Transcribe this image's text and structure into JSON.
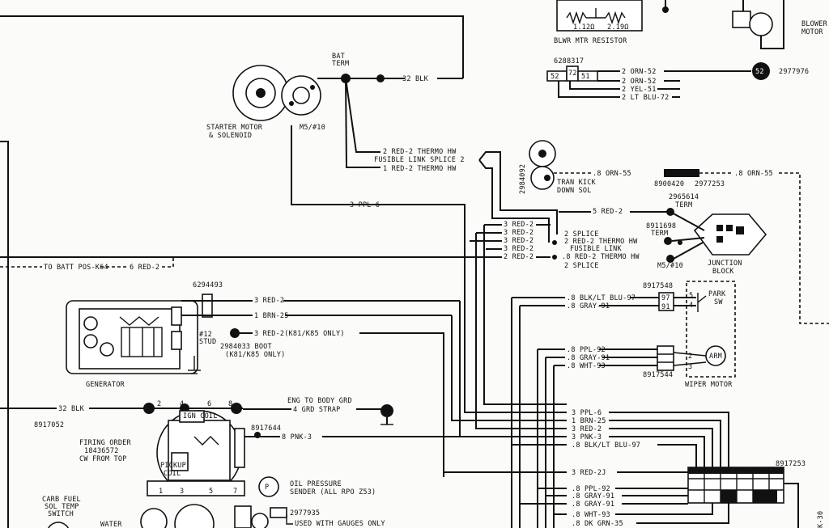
{
  "components": {
    "blwr_resistor": {
      "label": "BLWR MTR RESISTOR",
      "r1": "1.12Ω",
      "r2": "2.19Ω"
    },
    "blower_motor": {
      "label1": "BLOWER",
      "label2": "MOTOR"
    },
    "bat_term": {
      "label1": "BAT",
      "label2": "TERM"
    },
    "starter": {
      "label1": "STARTER MOTOR",
      "label2": "& SOLENOID",
      "stud": "M5/#10"
    },
    "generator": {
      "label": "GENERATOR"
    },
    "tran_kick": {
      "label1": "TRAN KICK",
      "label2": "DOWN SOL",
      "part": "2984092"
    },
    "junction_block": {
      "label1": "JUNCTION",
      "label2": "BLOCK",
      "stud": "M5/#10",
      "term1": "2965614",
      "term1b": "TERM",
      "term2": "8911698",
      "term2b": "TERM"
    },
    "park_sw": {
      "label1": "PARK",
      "label2": "SW",
      "pin5": "5",
      "pin4": "4"
    },
    "wiper_motor": {
      "label": "WIPER MOTOR",
      "arm": "ARM",
      "pin2": "2",
      "pin3": "3"
    },
    "distributor": {
      "coil": "IGN COIL",
      "pickup": "PICKUP",
      "pickup2": "COIL",
      "pins": [
        "2",
        "4",
        "6",
        "8",
        "1",
        "3",
        "5",
        "7"
      ]
    },
    "oil_sender": {
      "label1": "OIL PRESSURE",
      "label2": "SENDER (ALL RPO Z53)"
    },
    "firing_order": {
      "l1": "FIRING ORDER",
      "l2": "18436572",
      "l3": "CW FROM TOP"
    },
    "carb": {
      "l1": "CARB FUEL",
      "l2": "SOL TEMP",
      "l3": "SWITCH"
    },
    "water": {
      "label": "WATER"
    }
  },
  "wires": {
    "bat_blk": "32 BLK",
    "orn52a": "2 ORN-52",
    "orn52b": "2 ORN-52",
    "yel51": "2 YEL-51",
    "ltblu72": "2 LT BLU-72",
    "thermo_top": "2 RED-2 THERMO HW",
    "fuse_splice": "FUSIBLE LINK SPLICE 2",
    "thermo_bot": "1 RED-2 THERMO HW",
    "ppl6": "3 PPL 6",
    "orn55a": ".8 ORN-55",
    "orn55b": ".8 ORN-55",
    "red2_jb": "5 RED-2",
    "batt_pos": "TO BATT POS-K64",
    "red2_batt": "6 RED-2",
    "red2_1": "3 RED-2",
    "red2_2": "3 RED-2",
    "red2_3": "3 RED-2",
    "red2_4": "3 RED-2",
    "red2_5": "2 RED-2",
    "splice_a": "2 SPLICE",
    "thermo_c": "2 RED-2 THERMO HW",
    "fusible_link": "FUSIBLE LINK",
    "thermo_d": ".8 RED-2 THERMO HW",
    "splice_b": "2 SPLICE",
    "gen_red": "3 RED-2",
    "gen_brn": "1 BRN-25",
    "gen_stud": "3 RED-2(K81/K85 ONLY)",
    "blk97": ".8 BLK/LT BLU-97",
    "gray91a": ".8 GRAY-91",
    "ppl92a": ".8 PPL-92",
    "gray91b": ".8 GRAY-91",
    "wht93a": ".8 WHT-93",
    "blk_gnd": "32 BLK",
    "eng_gnd1": "ENG TO BODY GRD",
    "eng_gnd2": "4 GRD STRAP",
    "pnk3": "8 PNK-3",
    "h_ppl6": "3 PPL-6",
    "h_brn25": "1 BRN-25",
    "h_red2": "3 RED-2",
    "h_pnk3": "3 PNK-3",
    "h_blk97": ".8 BLK/LT BLU-97",
    "h_red2j": "3 RED-2J",
    "h_ppl92": ".8 PPL-92",
    "h_gray91a": ".8 GRAY-91",
    "h_gray91b": ".8 GRAY-91",
    "h_wht93": ".8 WHT-93",
    "h_dkgrn": ".8 DK GRN-35",
    "gauges": "USED WITH GAUGES ONLY",
    "k30": "K-30"
  },
  "parts": {
    "p6288317": "6288317",
    "p2977976": "2977976",
    "p8900420": "8900420",
    "p2977253": "2977253",
    "p6294493": "6294493",
    "p12stud": "#12",
    "p12stud2": "STUD",
    "boot1": "2984033 BOOT",
    "boot2": "(K81/K85 ONLY)",
    "p8917548": "8917548",
    "p8917544": "8917544",
    "p8917052": "8917052",
    "p8917644": "8917644",
    "p2977935": "2977935",
    "p8917253": "8917253",
    "c52": "52",
    "c72": "72",
    "c51": "51",
    "c97": "97",
    "c91": "91"
  }
}
